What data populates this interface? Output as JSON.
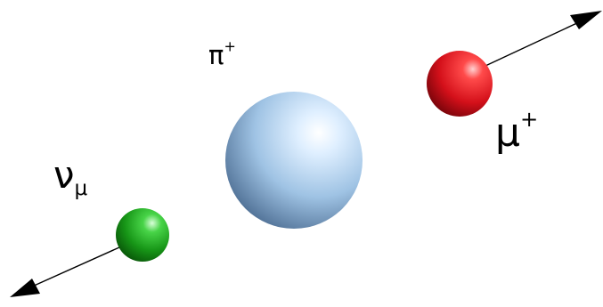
{
  "particles": {
    "pion": {
      "symbol": "π",
      "charge": "+",
      "color": "#a9ccec"
    },
    "muon": {
      "symbol": "μ",
      "charge": "+",
      "color": "#e0151b"
    },
    "neutrino": {
      "symbol": "ν",
      "subscript": "μ",
      "color": "#1ea41e"
    }
  },
  "arrows": {
    "color": "#000000"
  },
  "icons": {
    "pion": "large-light-blue-sphere",
    "muon": "red-sphere",
    "neutrino": "green-sphere",
    "muon_arrow": "arrow-up-right",
    "neutrino_arrow": "arrow-down-left"
  }
}
